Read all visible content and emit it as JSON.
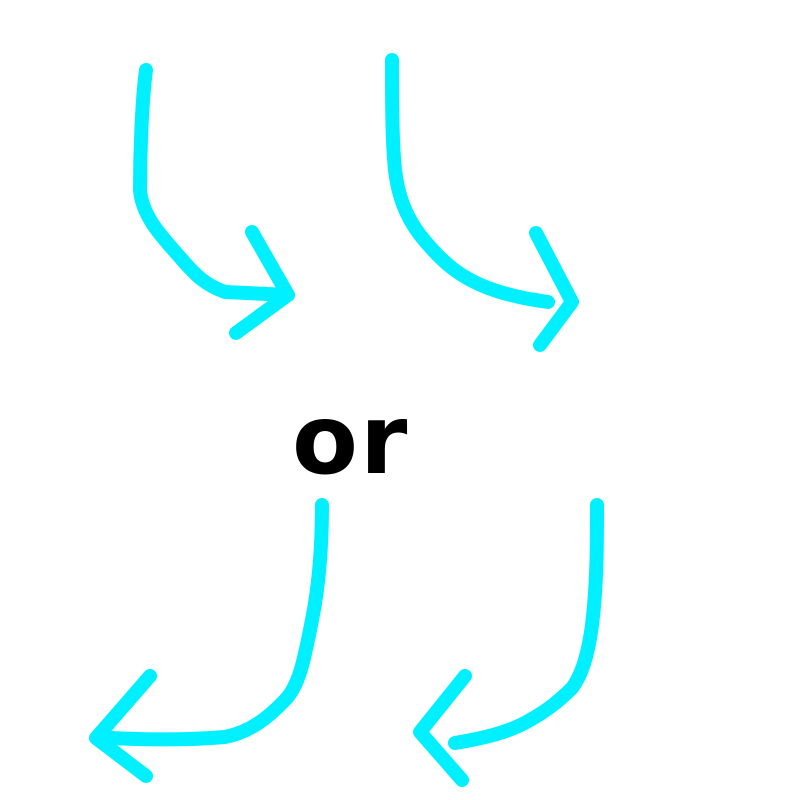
{
  "drawing": {
    "connector_text": "or",
    "arrows": [
      {
        "name": "top-left",
        "curve": "down-then-right"
      },
      {
        "name": "top-right",
        "curve": "down-then-right"
      },
      {
        "name": "bottom-left",
        "curve": "down-then-left"
      },
      {
        "name": "bottom-right",
        "curve": "down-then-left"
      }
    ]
  },
  "colors": {
    "arrow": "#00f0ff",
    "text": "#000000",
    "background": "#ffffff"
  },
  "icons": [
    "curved-arrow-down-right-icon",
    "curved-arrow-down-right-icon",
    "curved-arrow-down-left-icon",
    "curved-arrow-down-left-icon"
  ]
}
